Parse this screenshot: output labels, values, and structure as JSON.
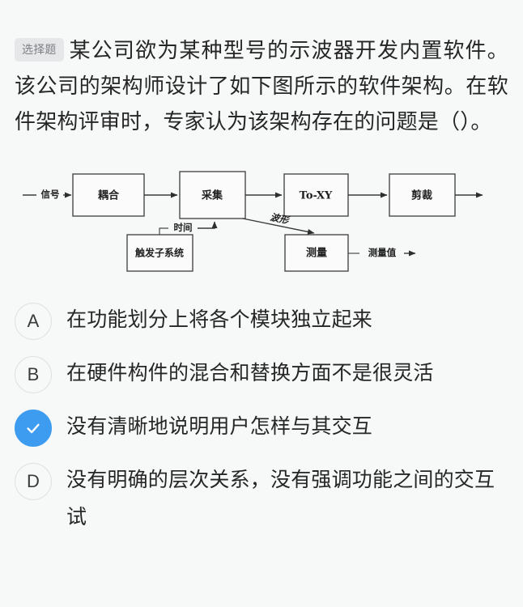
{
  "question": {
    "type_badge": "选择题",
    "stem": "某公司欲为某种型号的示波器开发内置软件。该公司的架构师设计了如下图所示的软件架构。在软件架构评审时，专家认为该架构存在的问题是（）。"
  },
  "diagram": {
    "name": "oscilloscope-software-architecture",
    "boxes": [
      {
        "id": "coupling",
        "label": "耦合"
      },
      {
        "id": "acquire",
        "label": "采集"
      },
      {
        "id": "to-xy",
        "label": "To-XY"
      },
      {
        "id": "clip",
        "label": "剪裁"
      },
      {
        "id": "trigger-subsystem",
        "label": "触发子系统"
      },
      {
        "id": "measure",
        "label": "测量"
      }
    ],
    "edge_labels": {
      "signal_in": "信号",
      "time": "时间",
      "waveform": "波形",
      "measured_value": "测量值"
    }
  },
  "options": [
    {
      "key": "A",
      "label": "A",
      "text": "在功能划分上将各个模块独立起来",
      "selected": false
    },
    {
      "key": "B",
      "label": "B",
      "text": "在硬件构件的混合和替换方面不是很灵活",
      "selected": false
    },
    {
      "key": "C",
      "label": "C",
      "text": "没有清晰地说明用户怎样与其交互",
      "selected": true
    },
    {
      "key": "D",
      "label": "D",
      "text": "没有明确的层次关系，没有强调功能之间的交互试",
      "selected": false
    }
  ],
  "colors": {
    "page_background": "#f7f8f8",
    "selected_blue": "#3d9cf0",
    "badge_background": "#e6e7e9",
    "badge_text": "#7d7f85",
    "marker_border": "#e0e1e3",
    "text": "#262626"
  }
}
